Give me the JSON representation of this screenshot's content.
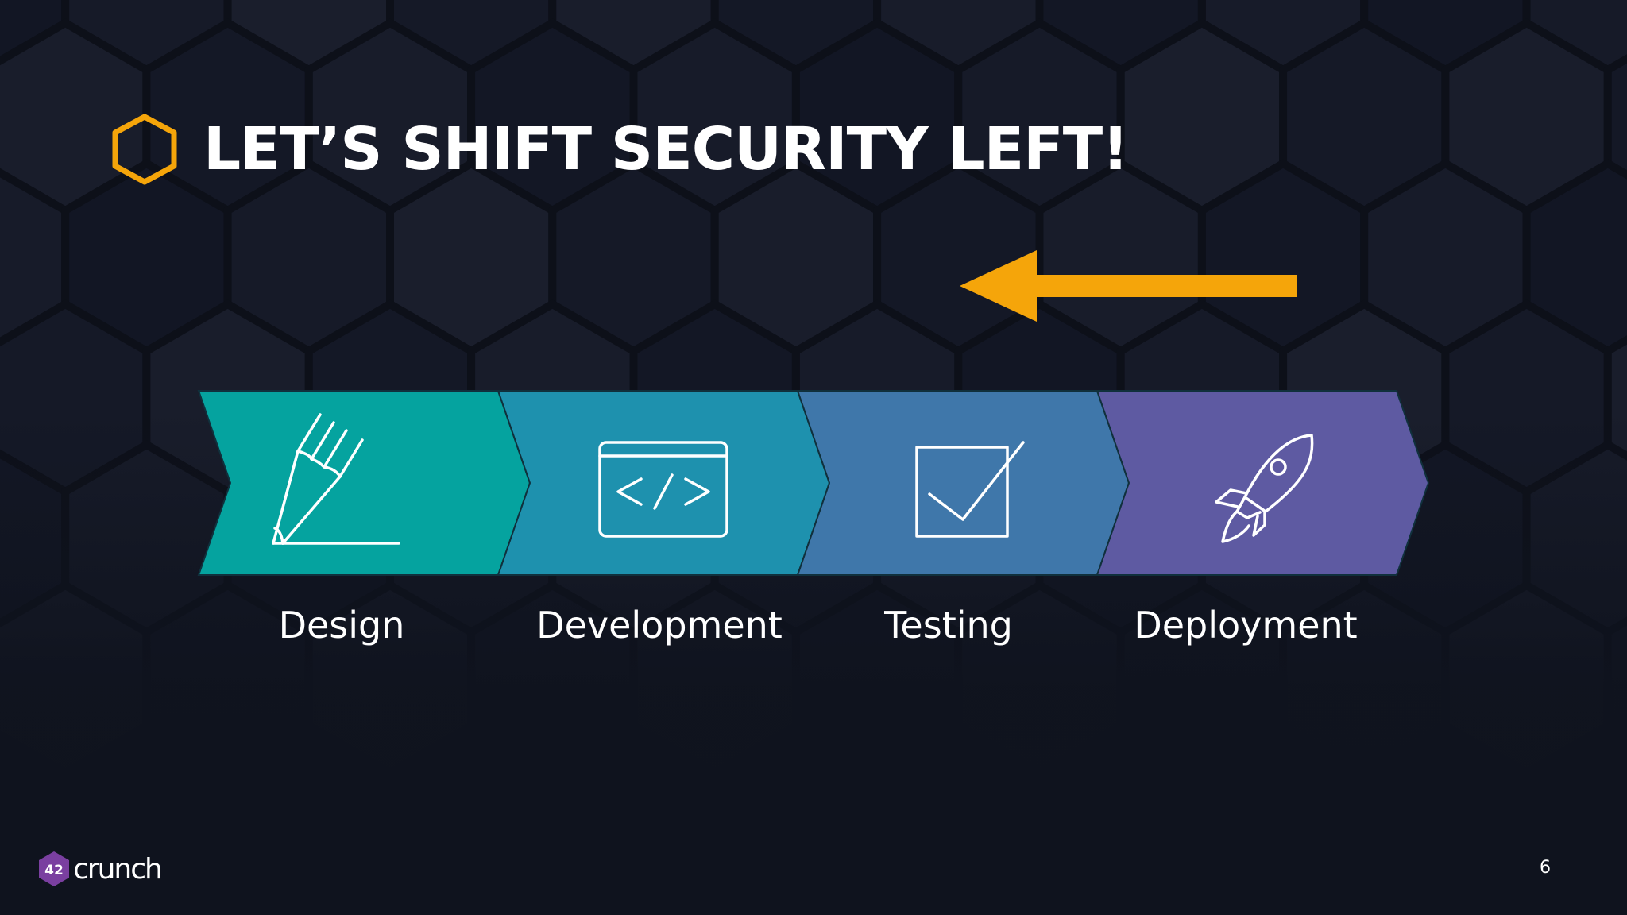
{
  "slide": {
    "title": "LET’S SHIFT SECURITY LEFT!",
    "title_icon": "hexagon-outline-icon",
    "accent_color": "#F5A50A",
    "arrow_direction": "left",
    "page_number": "6"
  },
  "stages": [
    {
      "label": "Design",
      "icon": "pencil-icon",
      "color": "#05A39F"
    },
    {
      "label": "Development",
      "icon": "code-window-icon",
      "color": "#1E91AE"
    },
    {
      "label": "Testing",
      "icon": "checkbox-icon",
      "color": "#3F77AA"
    },
    {
      "label": "Deployment",
      "icon": "rocket-icon",
      "color": "#5E5AA2"
    }
  ],
  "logo": {
    "badge_text": "42",
    "text": "crunch",
    "badge_color": "#7A3FA0"
  }
}
